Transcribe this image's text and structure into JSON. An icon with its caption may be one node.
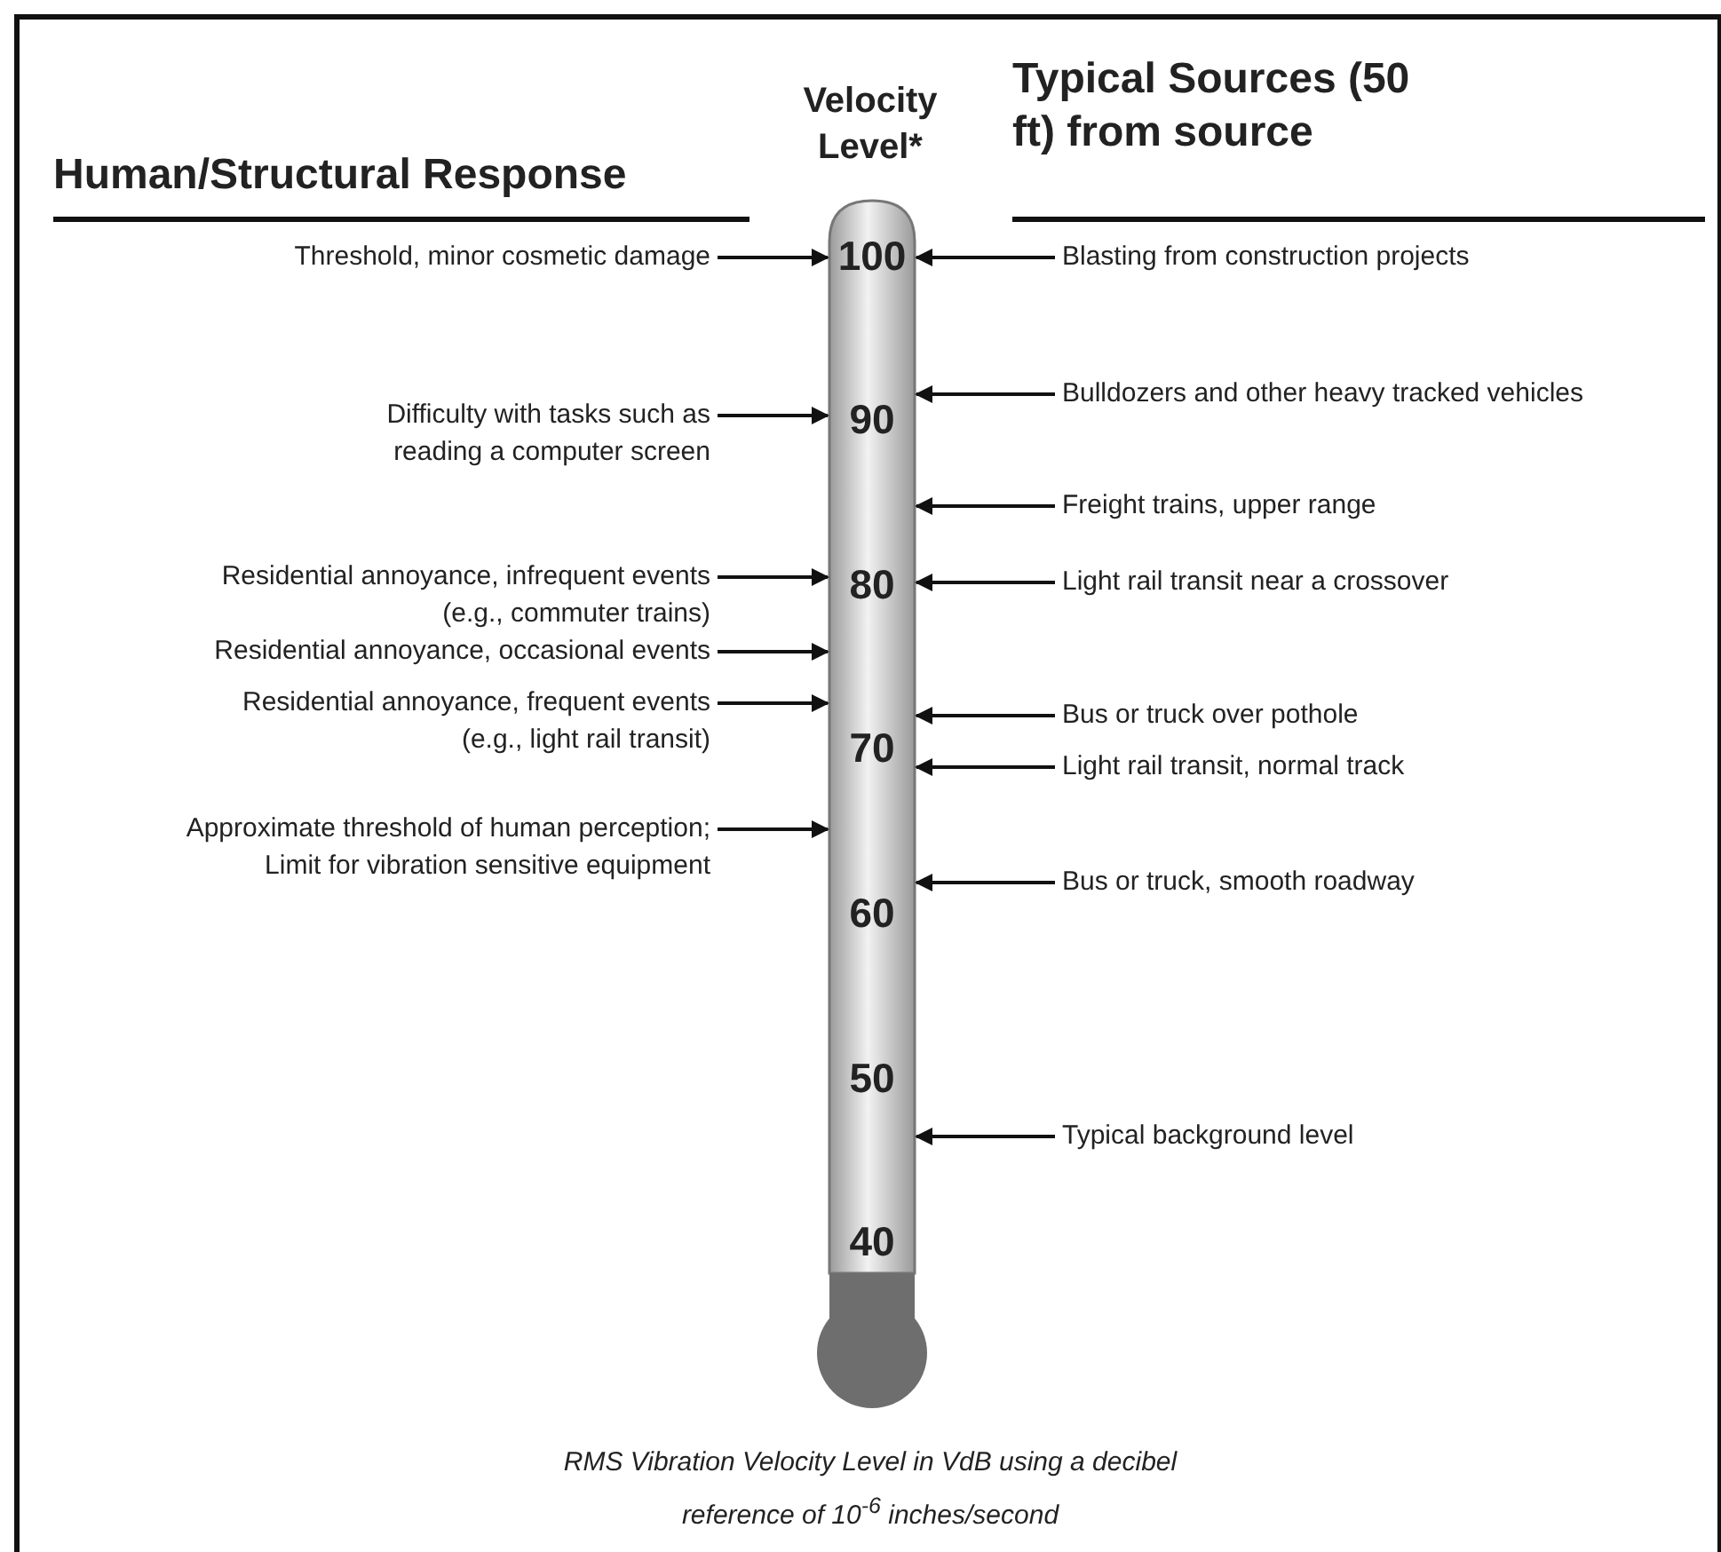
{
  "diagram": {
    "caption": "RMS Vibration Velocity Level in VdB using a decibel reference of 10$^{-6}$ inches/second",
    "nodes": [
      {
        "text": [],
        "shape": "thermometer"
      },
      {
        "text": [
          "Threshold, minor cosmetic damage"
        ]
      },
      {
        "text": [
          "Difficulty with tasks such as reading a computer screen"
        ]
      },
      {
        "text": [
          "Residential annoyance, infrequent events (e.g., commuter trains)"
        ]
      },
      {
        "text": [
          "Residential annoyance, occasional events"
        ]
      },
      {
        "text": [
          "Residential annoyance, frequent events (e.g., light rail transit)"
        ]
      },
      {
        "text": [
          "Approximate threshold of human perception; Limit for vibration sensitive equipment"
        ]
      },
      {
        "text": [
          "Blasting from construction projects"
        ]
      },
      {
        "text": [
          "Bulldozers and other heavy tracked vehicles"
        ]
      },
      {
        "text": [
          "Freight trains, upper range"
        ]
      },
      {
        "text": [
          "Light rail transit near a crossover"
        ]
      },
      {
        "text": [
          "Bus or truck over pothole"
        ]
      },
      {
        "text": [
          "Light rail transit, normal track"
        ]
      },
      {
        "text": [
          "Bus or truck, smooth roadway"
        ]
      },
      {
        "text": [
          "Typical background level"
        ]
      }
    ],
    "edges": [
      {
        "from": 1,
        "to": 0,
        "arrow": "to"
      },
      {
        "from": 2,
        "to": 0,
        "arrow": "to"
      },
      {
        "from": 3,
        "to": 0,
        "arrow": "to"
      },
      {
        "from": 4,
        "to": 0,
        "arrow": "to"
      },
      {
        "from": 5,
        "to": 0,
        "arrow": "to"
      },
      {
        "from": 6,
        "to": 0,
        "arrow": "to"
      },
      {
        "from": 7,
        "to": 0,
        "arrow": "to"
      },
      {
        "from": 8,
        "to": 0,
        "arrow": "to"
      },
      {
        "from": 9,
        "to": 0,
        "arrow": "to"
      },
      {
        "from": 10,
        "to": 0,
        "arrow": "to"
      },
      {
        "from": 11,
        "to": 0,
        "arrow": "to"
      },
      {
        "from": 12,
        "to": 0,
        "arrow": "to"
      },
      {
        "from": 13,
        "to": 0,
        "arrow": "to"
      },
      {
        "from": 14,
        "to": 0,
        "arrow": "to"
      }
    ],
    "labels": [
      "Human/Structural Response",
      "Velocity Level*",
      "Typical Sources (50 ft) from source",
      "100",
      "90",
      "80",
      "70",
      "60",
      "50",
      "40"
    ]
  }
}
